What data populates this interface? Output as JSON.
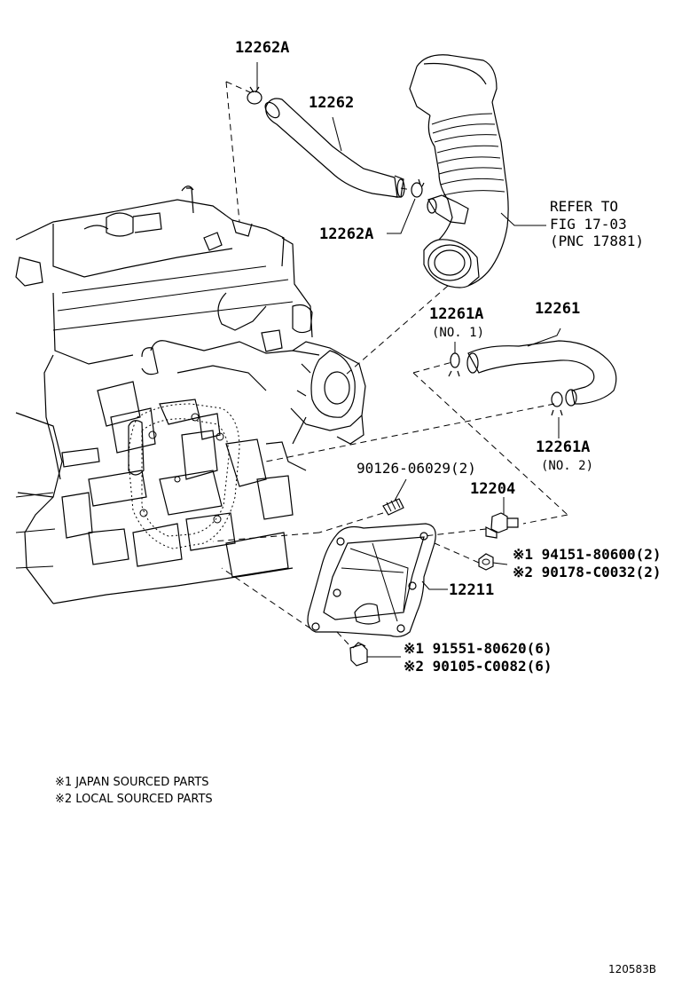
{
  "labels": {
    "p12262A_top": "12262A",
    "p12262": "12262",
    "p12262A_mid": "12262A",
    "refer_line1": "REFER TO",
    "refer_line2": "FIG 17-03",
    "refer_line3": "(PNC 17881)",
    "p12261A_top": "12261A",
    "p12261A_top_sub": "(NO. 1)",
    "p12261": "12261",
    "p12261A_bot": "12261A",
    "p12261A_bot_sub": "(NO. 2)",
    "p90126": "90126-06029(2)",
    "p12204": "12204",
    "p94151": "※1 94151-80600(2)",
    "p90178": "※2 90178-C0032(2)",
    "p12211": "12211",
    "p91551": "※1 91551-80620(6)",
    "p90105": "※2 90105-C0082(6)"
  },
  "notes": {
    "note1": "※1 JAPAN SOURCED PARTS",
    "note2": "※2 LOCAL SOURCED PARTS"
  },
  "figure_id": "120583B"
}
